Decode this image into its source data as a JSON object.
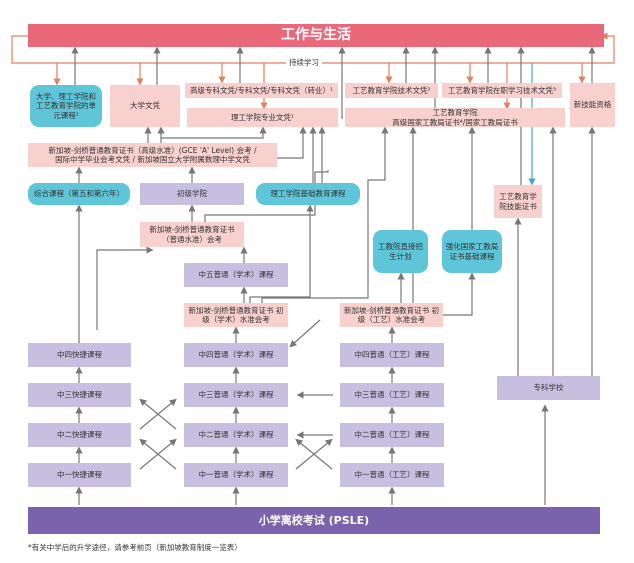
{
  "top_bar": "工作与生活",
  "lifelong_learning": "持续学习",
  "tertiary": {
    "modular_courses": "大学、理工学院和工艺教育学院的单元课程¹",
    "university_degree": "大学文凭",
    "advanced_diploma": "高级专科文凭/专科文凭/专科文凭（转业）¹",
    "poly_diploma": "理工学院专业文凭¹",
    "ite_technical_diploma": "工艺教育学院技术文凭²",
    "ite_work_study_diploma": "工艺教育学院在职学习技术文凭³",
    "ite_nitec_line1": "工艺教育学院",
    "ite_nitec_line2": "高级国家工教局证书⁴/国家工教局证书",
    "new_skills": "新技能资格"
  },
  "a_level": {
    "line1": "新加坡-剑桥普通教育证书（高级水准）(GCE 'A' Level) 会考 /",
    "line2": "国际中学毕业会考文凭 / 新加坡国立大学附属数理中学文凭"
  },
  "pre_tertiary": {
    "ip": "综合课程（第五和第六年）",
    "jc": "初级学院",
    "pfp": "理工学院基础教育课程",
    "ite_skills_cert": "工艺教育学院技能证书",
    "o_level": "新加坡-剑桥普通教育证书（普通水准）会考",
    "sec5_na": "中五普通（学术）课程",
    "n_a_exam": "新加坡-剑桥普通教育证书 初级（学术）水准会考",
    "n_t_exam": "新加坡-剑桥普通教育证书 初级（工艺）水准会考",
    "dsa": "工教院直接招生计划",
    "enhanced_nitec": "强化国家工教局证书基础课程"
  },
  "express": [
    "中四快捷课程",
    "中三快捷课程",
    "中二快捷课程",
    "中一快捷课程"
  ],
  "normal_academic": [
    "中四普通（学术）课程",
    "中三普通（学术）课程",
    "中二普通（学术）课程",
    "中一普通（学术）课程"
  ],
  "normal_technical": [
    "中四普通（工艺）课程",
    "中三普通（工艺）课程",
    "中二普通（工艺）课程",
    "中一普通（工艺）课程"
  ],
  "specialised_school": "专科学校",
  "psle": "小学离校考试 (PSLE)",
  "footnote": "*有关中学后的升学途径，请参考前页（新加坡教育制度一览表）",
  "colors": {
    "red": "#e9687a",
    "pink": "#f8d0cd",
    "cyan": "#5ec6d8",
    "purple": "#c7bfe0",
    "dark_purple": "#7a62ad",
    "orange": "#e0825e"
  }
}
